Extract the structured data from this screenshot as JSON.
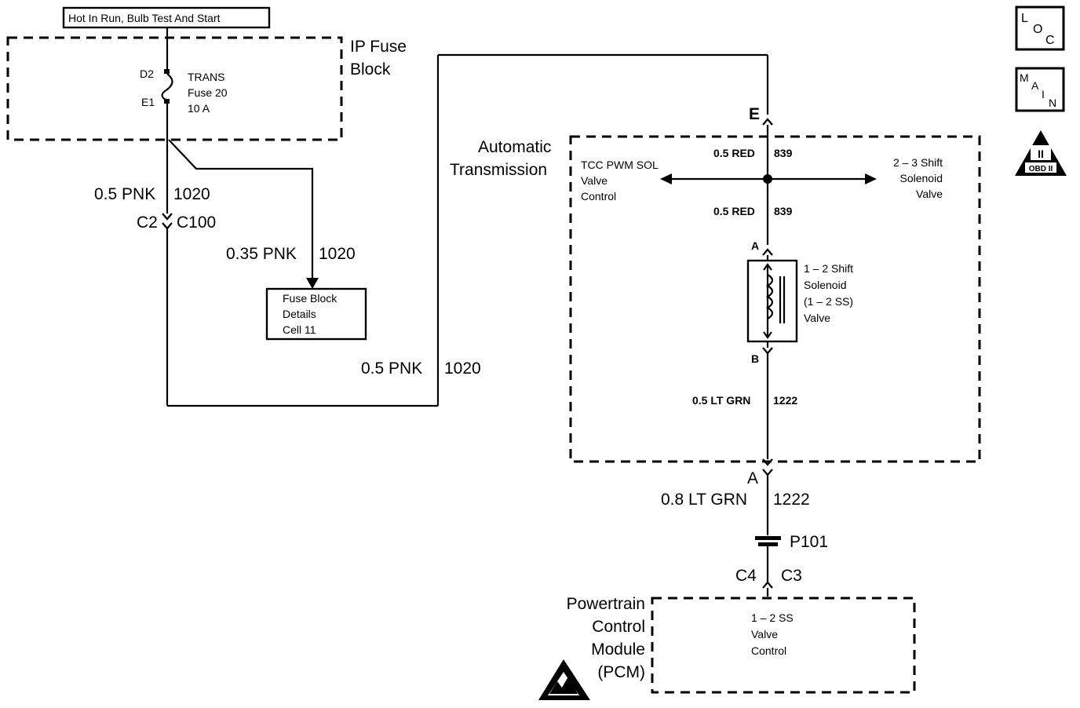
{
  "power_source": "Hot In Run, Bulb Test And Start",
  "ip_fuse_block": {
    "title_line1": "IP Fuse",
    "title_line2": "Block",
    "terminal_top": "D2",
    "terminal_bottom": "E1",
    "fuse_line1": "TRANS",
    "fuse_line2": "Fuse 20",
    "fuse_line3": "10 A"
  },
  "wires": {
    "pnk_main_size": "0.5 PNK",
    "pnk_main_circuit": "1020",
    "pnk_branch_size": "0.35 PNK",
    "pnk_branch_circuit": "1020",
    "pnk_long_size": "0.5 PNK",
    "pnk_long_circuit": "1020",
    "red_upper_size": "0.5 RED",
    "red_upper_circuit": "839",
    "red_lower_size": "0.5 RED",
    "red_lower_circuit": "839",
    "grn_inner_size": "0.5 LT GRN",
    "grn_inner_circuit": "1222",
    "grn_outer_size": "0.8 LT GRN",
    "grn_outer_circuit": "1222"
  },
  "connectors": {
    "c2": "C2",
    "c100": "C100",
    "e": "E",
    "a_solenoid": "A",
    "b_solenoid": "B",
    "a_trans": "A",
    "p101": "P101",
    "c4": "C4",
    "c3": "C3"
  },
  "fuse_block_details": {
    "line1": "Fuse Block",
    "line2": "Details",
    "line3": "Cell 11"
  },
  "automatic_transmission": {
    "title_line1": "Automatic",
    "title_line2": "Transmission",
    "tcc_line1": "TCC PWM SOL",
    "tcc_line2": "Valve",
    "tcc_line3": "Control",
    "shift23_line1": "2 – 3 Shift",
    "shift23_line2": "Solenoid",
    "shift23_line3": "Valve",
    "solenoid_line1": "1 – 2 Shift",
    "solenoid_line2": "Solenoid",
    "solenoid_line3": "(1 – 2 SS)",
    "solenoid_line4": "Valve"
  },
  "pcm": {
    "title_line1": "Powertrain",
    "title_line2": "Control",
    "title_line3": "Module",
    "title_line4": "(PCM)",
    "inner_line1": "1 – 2 SS",
    "inner_line2": "Valve",
    "inner_line3": "Control"
  },
  "side_icons": {
    "loc": [
      "L",
      "O",
      "C"
    ],
    "main": [
      "M",
      "A",
      "I",
      "N"
    ],
    "obd_numeral": "II",
    "obd_label": "OBD II"
  },
  "icon_names": [
    "loc-icon",
    "main-icon",
    "obd-ii-icon",
    "esd-warning-icon"
  ]
}
